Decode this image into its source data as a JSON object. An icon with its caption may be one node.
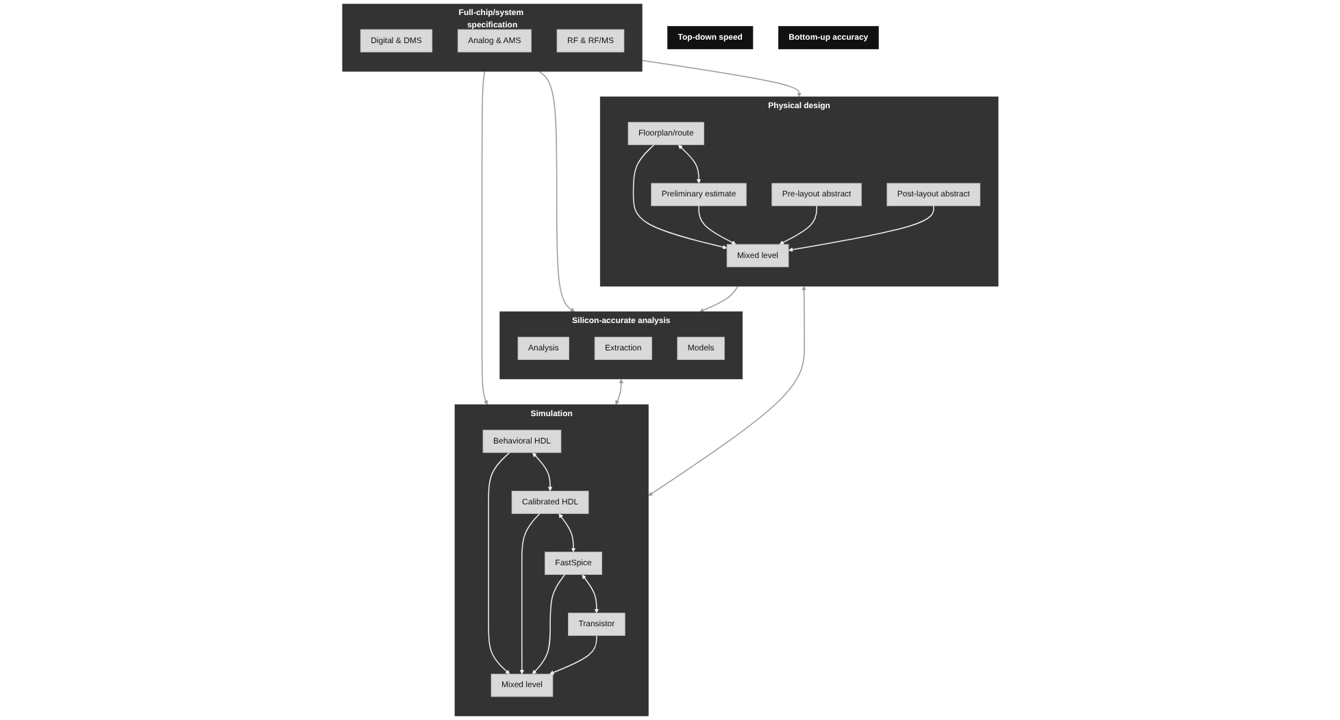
{
  "diagram": {
    "nodes": [
      {
        "text": [
          "Silicon-accurate analysis"
        ]
      },
      {
        "text": [
          "Analysis"
        ],
        "in": 0
      },
      {
        "text": [
          "Extraction"
        ],
        "in": 0
      },
      {
        "text": [
          "Models"
        ],
        "in": 0
      },
      {
        "text": [
          "Full-chip/system specification"
        ]
      },
      {
        "text": [
          "Digital & DMS"
        ],
        "in": 4
      },
      {
        "text": [
          "Analog & AMS"
        ],
        "in": 4
      },
      {
        "text": [
          "RF & RF/MS"
        ],
        "in": 4
      },
      {
        "text": [
          "Simulation"
        ]
      },
      {
        "text": [
          "Mixed level"
        ],
        "in": 8
      },
      {
        "text": [
          "Behavioral HDL"
        ],
        "in": 8
      },
      {
        "text": [
          "Calibrated HDL"
        ],
        "in": 8
      },
      {
        "text": [
          "FastSpice"
        ],
        "in": 8
      },
      {
        "text": [
          "Transistor"
        ],
        "in": 8
      },
      {
        "text": [
          "Physical design"
        ]
      },
      {
        "text": [
          "Mixed level"
        ],
        "in": 14
      },
      {
        "text": [
          "Floorplan/route"
        ],
        "in": 14
      },
      {
        "text": [
          "Preliminary estimate"
        ],
        "in": 14
      },
      {
        "text": [
          "Pre-layout abstract"
        ],
        "in": 14
      },
      {
        "text": [
          "Post-layout abstract"
        ],
        "in": 14
      },
      {
        "text": [
          "Top-down speed"
        ]
      },
      {
        "text": [
          "Bottom-up accuracy"
        ]
      }
    ],
    "edges": [
      {
        "from": 4,
        "to": 0,
        "arrow": "to",
        "color": "#999999"
      },
      {
        "from": 4,
        "to": 8,
        "arrow": "to",
        "color": "#999999"
      },
      {
        "from": 4,
        "to": 14,
        "arrow": "to",
        "color": "#999999"
      },
      {
        "from": 0,
        "to": 8,
        "arrow": "both",
        "color": "#999999"
      },
      {
        "from": 8,
        "to": 14,
        "arrow": "both",
        "color": "#999999"
      },
      {
        "from": 14,
        "to": 0,
        "arrow": "to",
        "color": "#999999"
      },
      {
        "from": 10,
        "to": 9,
        "arrow": "to"
      },
      {
        "from": 11,
        "to": 9,
        "arrow": "to"
      },
      {
        "from": 12,
        "to": 9,
        "arrow": "to"
      },
      {
        "from": 13,
        "to": 9,
        "arrow": "to"
      },
      {
        "from": 10,
        "to": 11,
        "arrow": "both"
      },
      {
        "from": 11,
        "to": 12,
        "arrow": "both"
      },
      {
        "from": 12,
        "to": 13,
        "arrow": "both"
      },
      {
        "from": 16,
        "to": 15,
        "arrow": "to"
      },
      {
        "from": 17,
        "to": 15,
        "arrow": "to"
      },
      {
        "from": 18,
        "to": 15,
        "arrow": "to"
      },
      {
        "from": 19,
        "to": 15,
        "arrow": "to"
      },
      {
        "from": 16,
        "to": 17,
        "arrow": "both"
      }
    ]
  }
}
